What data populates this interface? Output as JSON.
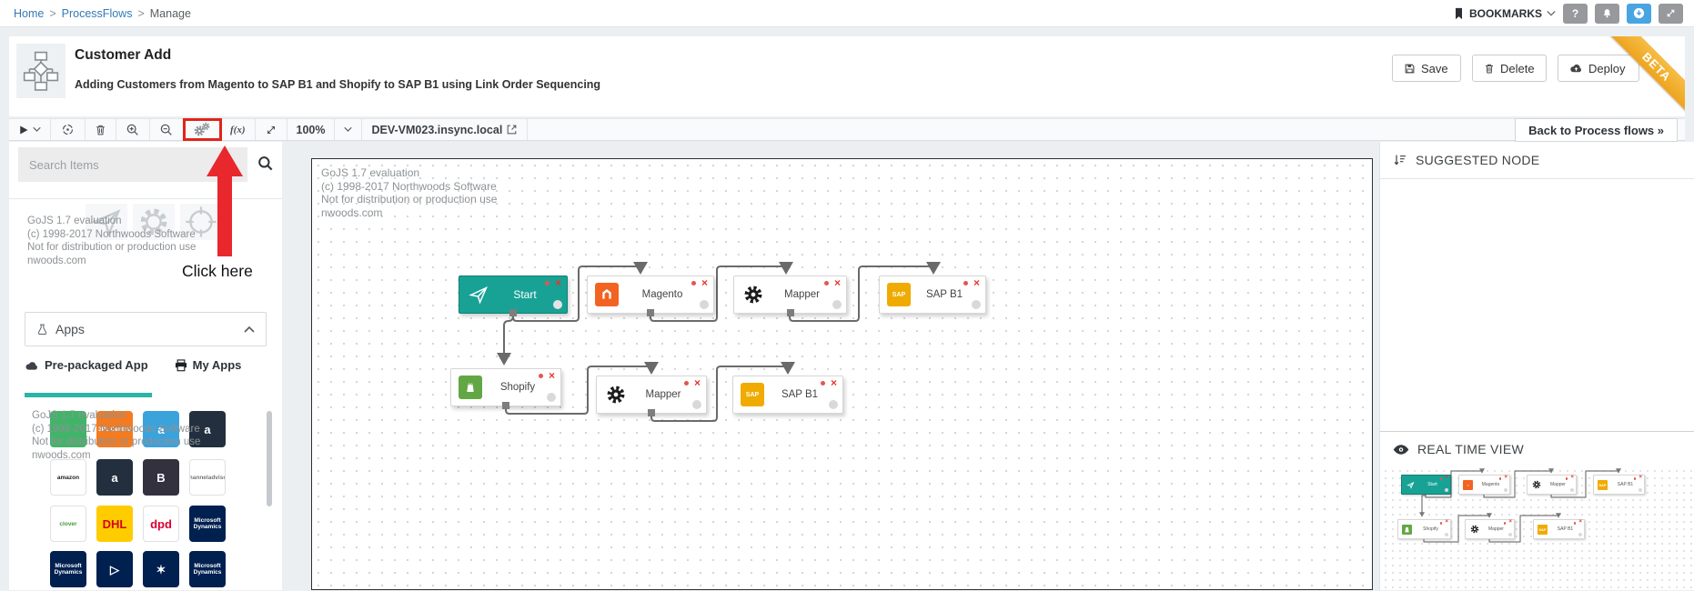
{
  "topbar": {
    "breadcrumb": [
      {
        "label": "Home"
      },
      {
        "label": "ProcessFlows"
      },
      {
        "label": "Manage"
      }
    ],
    "separator": ">",
    "bookmarks_label": "BOOKMARKS"
  },
  "header": {
    "title": "Customer Add",
    "subtitle": "Adding Customers from Magento to SAP B1 and Shopify to SAP B1 using Link Order Sequencing",
    "save_label": "Save",
    "delete_label": "Delete",
    "deploy_label": "Deploy",
    "beta_label": "BETA"
  },
  "toolbar": {
    "zoom_level": "100%",
    "environment": "DEV-VM023.insync.local",
    "back_label": "Back to Process flows »",
    "fx_label": "f(x)"
  },
  "annotation": {
    "click_here": "Click here"
  },
  "gojs_watermark": [
    "GoJS 1.7 evaluation",
    "(c) 1998-2017 Northwoods Software",
    "Not for distribution or production use",
    "nwoods.com"
  ],
  "sidebar": {
    "search_placeholder": "Search Items",
    "apps_label": "Apps",
    "tabs": [
      "Pre-packaged App",
      "My Apps"
    ],
    "app_tiles": [
      {
        "bg": "#41b468",
        "label": "",
        "fg": "#ffffff"
      },
      {
        "bg": "#f47b20",
        "label": "3PL Central",
        "fg": "#ffffff"
      },
      {
        "bg": "#3aa3dc",
        "label": "a",
        "fg": "#ffffff"
      },
      {
        "bg": "#232f3e",
        "label": "a",
        "fg": "#ffffff"
      },
      {
        "bg": "#ffffff",
        "label": "amazon",
        "fg": "#222222"
      },
      {
        "bg": "#232f3e",
        "label": "a",
        "fg": "#ffffff"
      },
      {
        "bg": "#34313f",
        "label": "B",
        "fg": "#ffffff"
      },
      {
        "bg": "#ffffff",
        "label": "channeladvisor",
        "fg": "#777777"
      },
      {
        "bg": "#ffffff",
        "label": "clover",
        "fg": "#3f9c35"
      },
      {
        "bg": "#ffcc00",
        "label": "DHL",
        "fg": "#d40511"
      },
      {
        "bg": "#ffffff",
        "label": "dpd",
        "fg": "#dc0032"
      },
      {
        "bg": "#002050",
        "label": "Microsoft Dynamics",
        "fg": "#ffffff"
      },
      {
        "bg": "#002050",
        "label": "Microsoft Dynamics",
        "fg": "#ffffff"
      },
      {
        "bg": "#002050",
        "label": "▷",
        "fg": "#ffffff"
      },
      {
        "bg": "#002050",
        "label": "✶",
        "fg": "#ffffff"
      },
      {
        "bg": "#002050",
        "label": "Microsoft Dynamics",
        "fg": "#ffffff"
      }
    ]
  },
  "flow": {
    "nodes": [
      {
        "label": "Start"
      },
      {
        "label": "Magento"
      },
      {
        "label": "Mapper"
      },
      {
        "label": "SAP B1"
      },
      {
        "label": "Shopify"
      },
      {
        "label": "Mapper"
      },
      {
        "label": "SAP B1"
      }
    ],
    "sap_icon_text": "SAP"
  },
  "right_panel": {
    "suggested_node": "SUGGESTED NODE",
    "real_time_view": "REAL TIME VIEW"
  },
  "colors": {
    "accent_teal": "#2cb5a3",
    "start_node_teal": "#18a295",
    "link_blue": "#337ab7",
    "highlight_red": "#e0241b",
    "beta_gold": "#eda41f",
    "active_icon_blue": "#49a4e2",
    "magento_orange": "#f26322",
    "sap_amber": "#f0ab00",
    "shopify_green": "#62a744"
  }
}
